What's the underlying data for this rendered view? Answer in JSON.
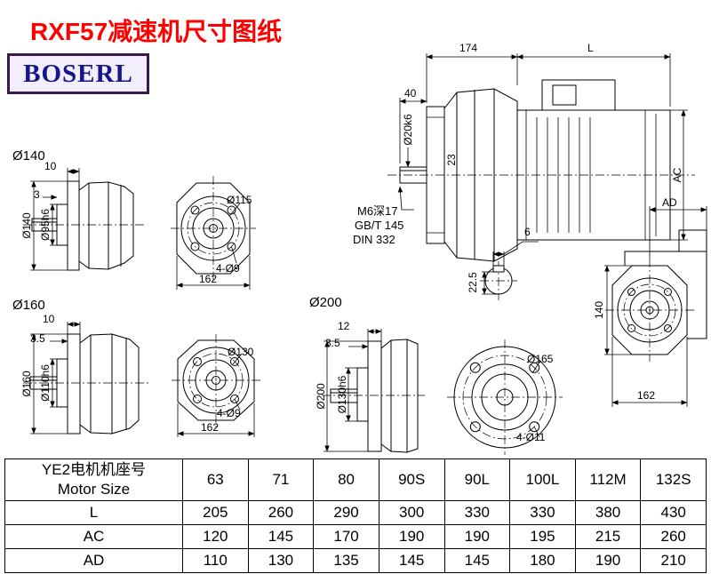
{
  "title": "RXF57减速机尺寸图纸",
  "logo_text": "BOSERL",
  "drawing": {
    "flange140": {
      "label": "Ø140",
      "thickness": "10",
      "step": "3",
      "od": "Ø140",
      "spigot": "Ø95h6",
      "bolt_circle": "Ø115",
      "holes": "4-Ø9",
      "width": "162"
    },
    "flange160": {
      "label": "Ø160",
      "thickness": "10",
      "step": "3.5",
      "od": "Ø160",
      "spigot": "Ø110h6",
      "bolt_circle": "Ø130",
      "holes": "4-Ø9",
      "width": "162"
    },
    "flange200": {
      "label": "Ø200",
      "thickness": "12",
      "step": "3.5",
      "od": "Ø200",
      "spigot": "Ø130h6",
      "bolt_circle": "Ø165",
      "holes": "4-Ø11"
    },
    "assembly": {
      "front_length": "174",
      "motor_length": "L",
      "shaft_length": "40",
      "shaft_dia": "Ø20k6",
      "hub_width": "23",
      "motor_height": "AC",
      "key_width": "6",
      "key_height": "22.5",
      "tap_line1": "M6深17",
      "tap_line2": "GB/T 145",
      "tap_line3": "DIN 332"
    },
    "front_view": {
      "ad": "AD",
      "height": "140",
      "width": "162"
    }
  },
  "table": {
    "header_cn": "YE2电机机座号",
    "header_en": "Motor Size",
    "sizes": [
      "63",
      "71",
      "80",
      "90S",
      "90L",
      "100L",
      "112M",
      "132S"
    ],
    "rows": [
      {
        "label": "L",
        "values": [
          "205",
          "260",
          "290",
          "300",
          "330",
          "330",
          "380",
          "430"
        ]
      },
      {
        "label": "AC",
        "values": [
          "120",
          "145",
          "170",
          "190",
          "190",
          "195",
          "215",
          "260"
        ]
      },
      {
        "label": "AD",
        "values": [
          "110",
          "130",
          "135",
          "145",
          "145",
          "180",
          "190",
          "210"
        ]
      }
    ]
  }
}
